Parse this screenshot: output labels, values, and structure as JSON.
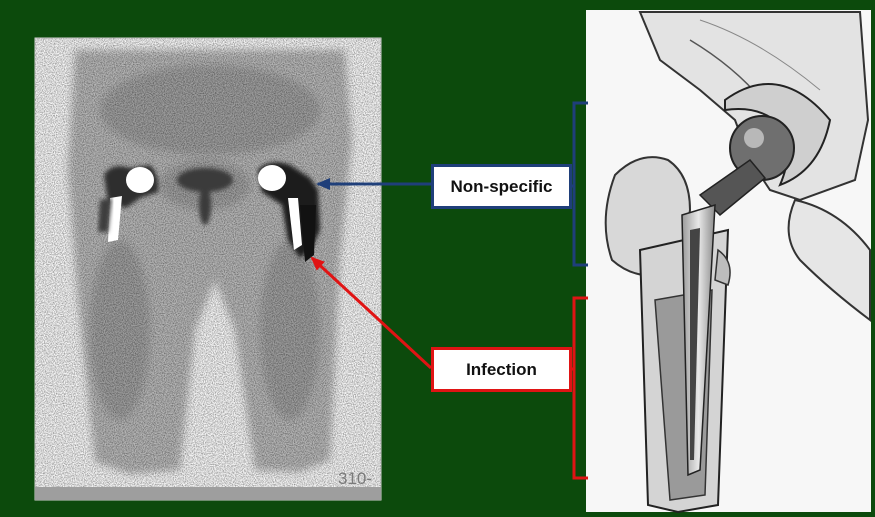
{
  "slide": {
    "background_color": "#0c4a0c"
  },
  "scan": {
    "panel": "nuclear-medicine-scan-pelvis-femurs",
    "corner_text": "310-"
  },
  "labels": {
    "nonspecific": "Non-specific",
    "infection": "Infection"
  },
  "colors": {
    "nonspecific": "#1f3f7a",
    "infection": "#e01414"
  },
  "illustration": {
    "panel": "hip-prosthesis-drawing"
  }
}
